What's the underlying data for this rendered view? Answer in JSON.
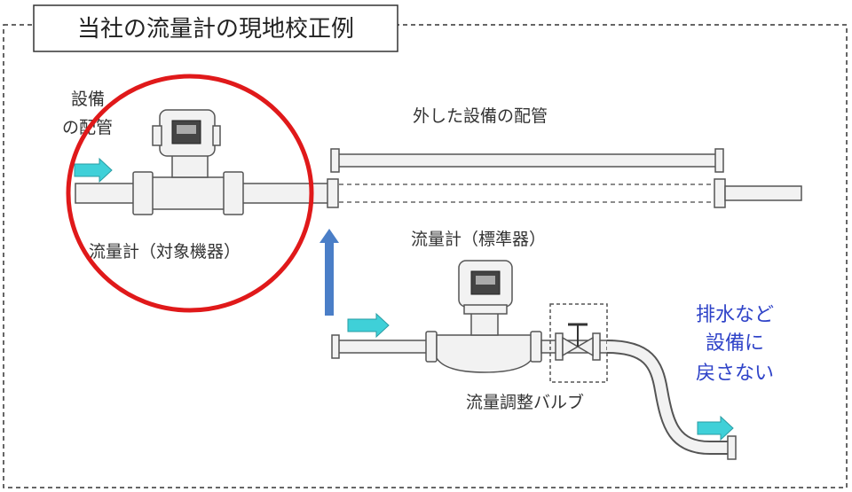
{
  "title": "当社の流量計の現地校正例",
  "labels": {
    "facility_pipe_line1": "設備",
    "facility_pipe_line2": "の配管",
    "removed_pipe": "外した設備の配管",
    "target_meter": "流量計（対象機器）",
    "standard_meter": "流量計（標準器）",
    "flow_valve": "流量調整バルブ"
  },
  "note": {
    "lines": [
      "排水など",
      "設備に",
      "戻さない"
    ]
  },
  "colors": {
    "circle": "#e0191a",
    "flow_arrow": "#3fd0d8",
    "up_arrow": "#4a7ec7",
    "note_text": "#2f43c8",
    "pipe_fill": "#f2f2f2",
    "pipe_stroke": "#555555",
    "frame_stroke": "#333333"
  }
}
